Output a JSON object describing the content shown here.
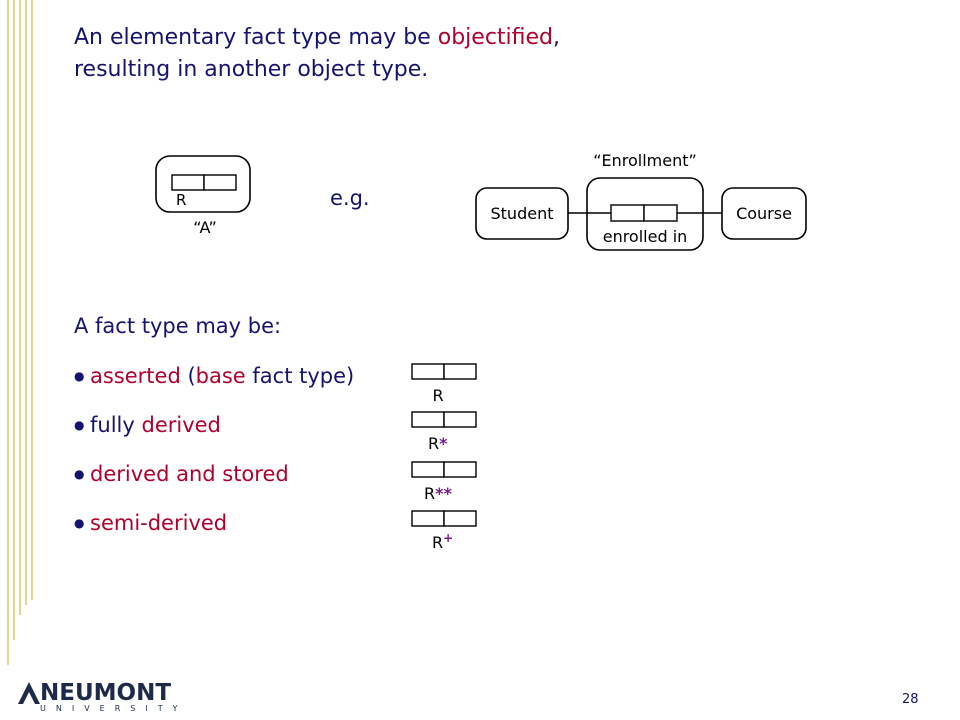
{
  "title": {
    "line1_pre": "An elementary fact type may be ",
    "line1_highlight": "objectified",
    "line1_post": ",",
    "line2": "resulting in another object type."
  },
  "left_example": {
    "role_label": "R",
    "name": "“A”"
  },
  "eg_label": "e.g.",
  "enrollment_example": {
    "objectified_name": "“Enrollment”",
    "left_entity": "Student",
    "right_entity": "Course",
    "reading": "enrolled in"
  },
  "fact_types": {
    "lead": "A fact type may be:",
    "items": [
      {
        "red": "asserted",
        "blue_open": " (",
        "red2": "base",
        "blue_mid": " fact type)",
        "blue_pre": "",
        "symbol_base": "R",
        "symbol_mark": ""
      },
      {
        "blue_pre": "fully ",
        "red": "derived",
        "blue_open": "",
        "red2": "",
        "blue_mid": "",
        "symbol_base": "R",
        "symbol_mark": "*"
      },
      {
        "blue_pre": "",
        "red": "derived and stored",
        "blue_open": "",
        "red2": "",
        "blue_mid": "",
        "symbol_base": "R",
        "symbol_mark": "**"
      },
      {
        "blue_pre": "",
        "red": "semi-derived",
        "blue_open": "",
        "red2": "",
        "blue_mid": "",
        "symbol_base": "R",
        "symbol_mark": "+"
      }
    ]
  },
  "footer": {
    "logo_word": "NEUMONT",
    "logo_sub": "UNIVERSITY",
    "page_number": "28"
  },
  "colors": {
    "text_blue": "#14136f",
    "accent_red": "#b0002b",
    "mark_purple": "#7a1a8c",
    "deco_gold": "#c8c040"
  }
}
